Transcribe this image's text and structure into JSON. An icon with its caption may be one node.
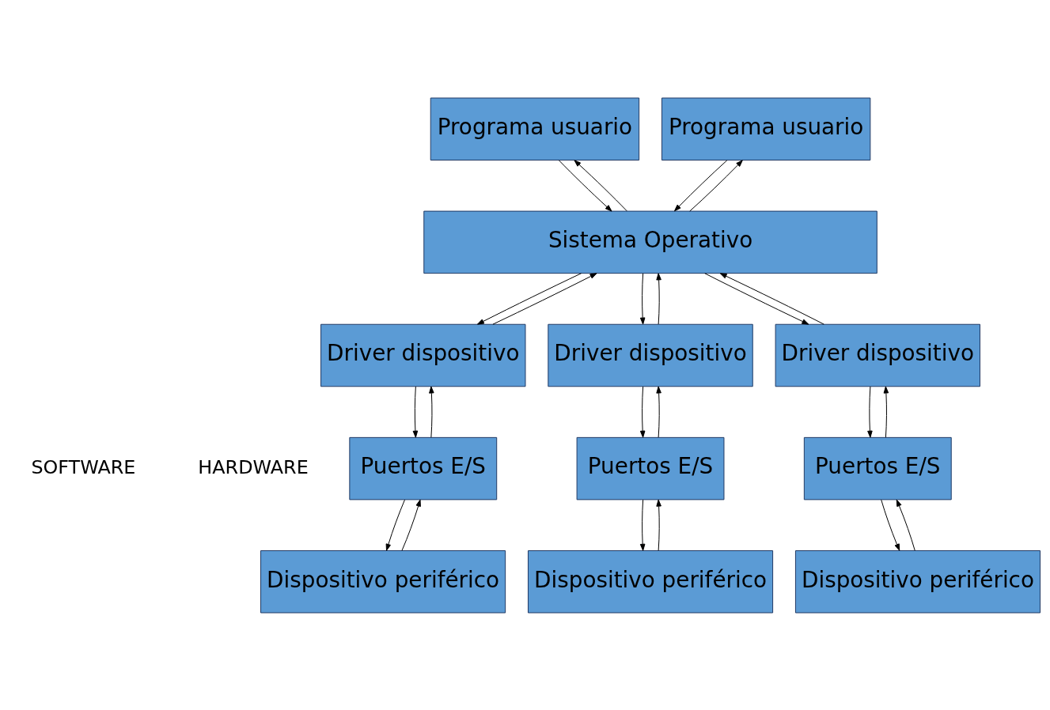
{
  "diagram": {
    "nodes": [
      {
        "text": [
          "Programa usuario"
        ]
      },
      {
        "text": [
          "Programa usuario"
        ]
      },
      {
        "text": [
          "Sistema Operativo"
        ]
      },
      {
        "text": [
          "Driver dispositivo"
        ]
      },
      {
        "text": [
          "Driver dispositivo"
        ]
      },
      {
        "text": [
          "Driver dispositivo"
        ]
      },
      {
        "text": [
          "Puertos E/S"
        ]
      },
      {
        "text": [
          "Puertos E/S"
        ]
      },
      {
        "text": [
          "Puertos E/S"
        ]
      },
      {
        "text": [
          "Dispositivo periférico"
        ]
      },
      {
        "text": [
          "Dispositivo periférico"
        ]
      },
      {
        "text": [
          "Dispositivo periférico"
        ]
      }
    ],
    "edges": [
      {
        "from": 0,
        "to": 2,
        "arrow": "to"
      },
      {
        "from": 2,
        "to": 0,
        "arrow": "to"
      },
      {
        "from": 1,
        "to": 2,
        "arrow": "to"
      },
      {
        "from": 2,
        "to": 1,
        "arrow": "to"
      },
      {
        "from": 2,
        "to": 3,
        "arrow": "to"
      },
      {
        "from": 3,
        "to": 2,
        "arrow": "to"
      },
      {
        "from": 2,
        "to": 4,
        "arrow": "to"
      },
      {
        "from": 4,
        "to": 2,
        "arrow": "to"
      },
      {
        "from": 2,
        "to": 5,
        "arrow": "to"
      },
      {
        "from": 5,
        "to": 2,
        "arrow": "to"
      },
      {
        "from": 3,
        "to": 6,
        "arrow": "to"
      },
      {
        "from": 6,
        "to": 3,
        "arrow": "to"
      },
      {
        "from": 4,
        "to": 7,
        "arrow": "to"
      },
      {
        "from": 7,
        "to": 4,
        "arrow": "to"
      },
      {
        "from": 5,
        "to": 8,
        "arrow": "to"
      },
      {
        "from": 8,
        "to": 5,
        "arrow": "to"
      },
      {
        "from": 6,
        "to": 9,
        "arrow": "to"
      },
      {
        "from": 9,
        "to": 6,
        "arrow": "to"
      },
      {
        "from": 7,
        "to": 10,
        "arrow": "to"
      },
      {
        "from": 10,
        "to": 7,
        "arrow": "to"
      },
      {
        "from": 8,
        "to": 11,
        "arrow": "to"
      },
      {
        "from": 11,
        "to": 8,
        "arrow": "to"
      }
    ],
    "labels": [
      "SOFTWARE",
      "HARDWARE"
    ]
  }
}
